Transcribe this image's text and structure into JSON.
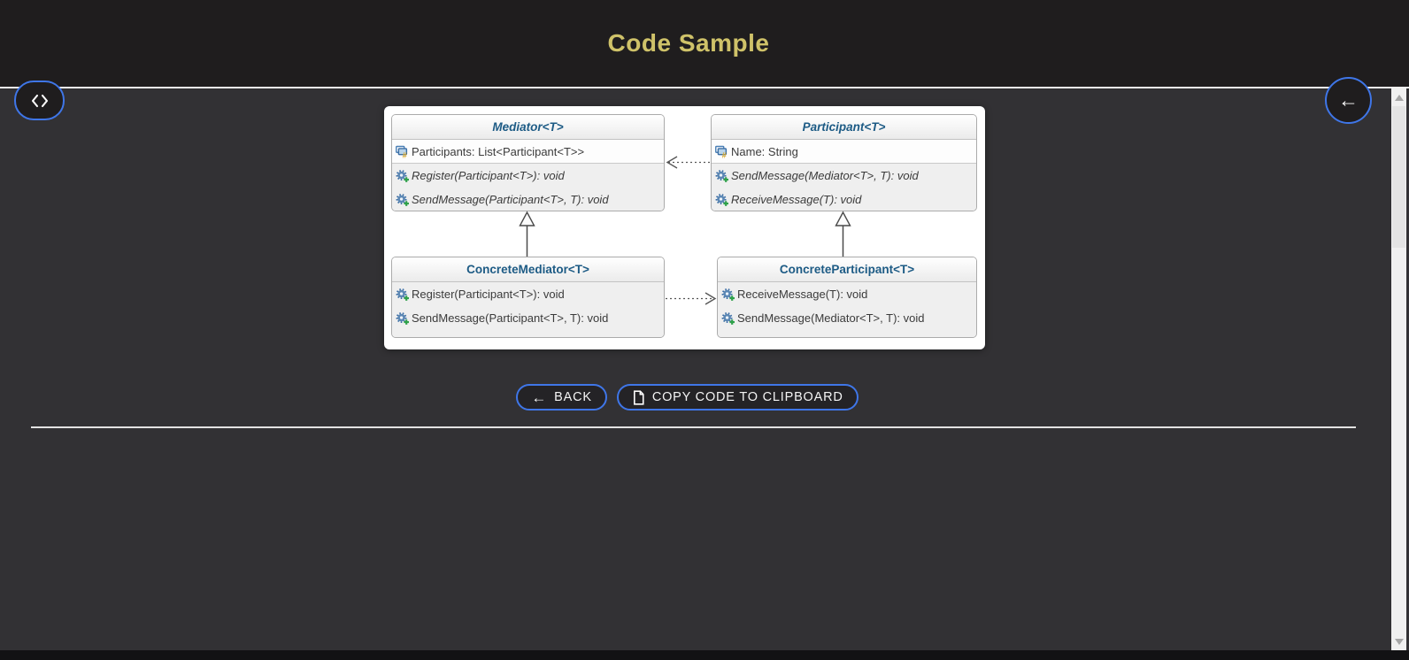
{
  "header": {
    "title": "Code Sample"
  },
  "nav": {
    "code_button": {
      "icon": "code-brackets-icon"
    },
    "back_round_button": {
      "icon": "left-arrow-icon",
      "glyph": "←"
    }
  },
  "diagram": {
    "classes": [
      {
        "name": "Mediator<T>",
        "kind": "interface",
        "attributes": [
          {
            "icon": "field-icon",
            "text": "Participants: List<Participant<T>>"
          }
        ],
        "methods": [
          {
            "icon": "method-icon",
            "text": "Register(Participant<T>): void"
          },
          {
            "icon": "method-icon",
            "text": "SendMessage(Participant<T>, T): void"
          }
        ]
      },
      {
        "name": "Participant<T>",
        "kind": "interface",
        "attributes": [
          {
            "icon": "field-icon",
            "text": "Name: String"
          }
        ],
        "methods": [
          {
            "icon": "method-icon",
            "text": "SendMessage(Mediator<T>, T): void"
          },
          {
            "icon": "method-icon",
            "text": "ReceiveMessage(T): void"
          }
        ]
      },
      {
        "name": "ConcreteMediator<T>",
        "kind": "class",
        "attributes": [],
        "methods": [
          {
            "icon": "method-icon",
            "text": "Register(Participant<T>): void"
          },
          {
            "icon": "method-icon",
            "text": "SendMessage(Participant<T>, T): void"
          }
        ]
      },
      {
        "name": "ConcreteParticipant<T>",
        "kind": "class",
        "attributes": [],
        "methods": [
          {
            "icon": "method-icon",
            "text": "ReceiveMessage(T): void"
          },
          {
            "icon": "method-icon",
            "text": "SendMessage(Mediator<T>, T): void"
          }
        ]
      }
    ],
    "relations": [
      {
        "type": "dashed-association",
        "from": "Participant<T>",
        "to": "Mediator<T>"
      },
      {
        "type": "inheritance",
        "from": "ConcreteMediator<T>",
        "to": "Mediator<T>"
      },
      {
        "type": "inheritance",
        "from": "ConcreteParticipant<T>",
        "to": "Participant<T>"
      },
      {
        "type": "dashed-association",
        "from": "ConcreteMediator<T>",
        "to": "ConcreteParticipant<T>"
      }
    ]
  },
  "actions": {
    "back_label": "BACK",
    "back_arrow": "←",
    "copy_label": "COPY CODE TO CLIPBOARD",
    "copy_icon": "document-icon"
  },
  "colors": {
    "accent_blue": "#3f76e8",
    "header_gold": "#cfc269",
    "class_title_blue": "#1d5b85",
    "header_bg": "#1f1d1e",
    "body_bg": "#323134"
  }
}
